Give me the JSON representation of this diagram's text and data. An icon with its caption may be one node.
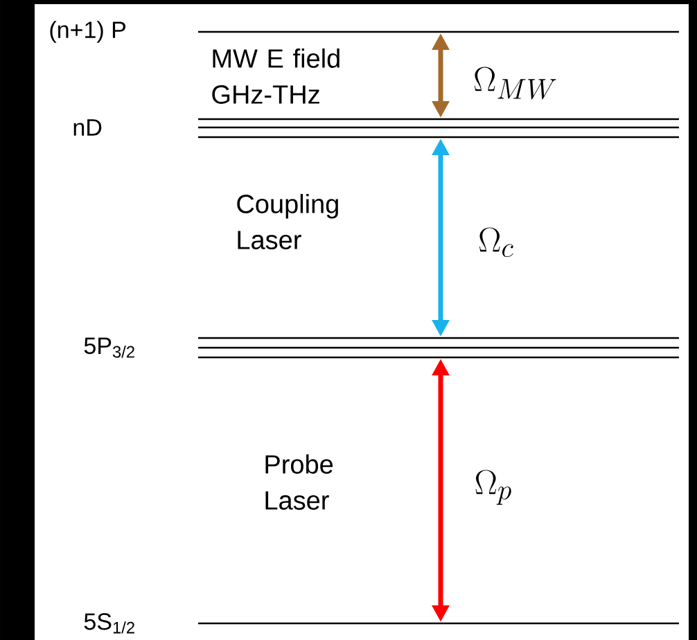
{
  "diagram": {
    "nodes": [
      {
        "text": [
          "(n+1) P"
        ]
      },
      {
        "text": [
          "nD"
        ]
      },
      {
        "text": [
          "5P$_{3/2}$"
        ]
      },
      {
        "text": [
          "5S$_{1/2}$"
        ]
      }
    ],
    "edges": [
      {
        "from": 0,
        "to": 1,
        "arrow": "both",
        "label": "\\Omega_{MW}",
        "color": "#a36a2c"
      },
      {
        "from": 1,
        "to": 2,
        "arrow": "both",
        "label": "\\Omega_{c}",
        "color": "#19b2ea"
      },
      {
        "from": 2,
        "to": 3,
        "arrow": "both",
        "label": "\\Omega_{p}",
        "color": "#ff0000"
      }
    ],
    "labels": [
      "MW E field GHz-THz",
      "Coupling Laser",
      "Probe Laser"
    ]
  }
}
